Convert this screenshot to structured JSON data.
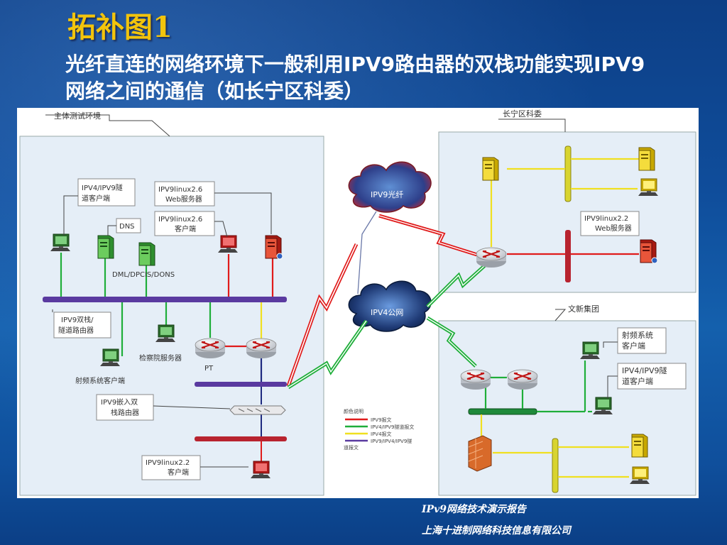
{
  "slide": {
    "title": "拓补图1",
    "subtitle": "光纤直连的网络环境下一般利用IPV9路由器的双栈功能实现IPV9网络之间的通信（如长宁区科委）"
  },
  "diagram": {
    "zones": {
      "main": "主体测试环境",
      "changning": "长宁区科委",
      "wenxin": "文新集团"
    },
    "clouds": {
      "fiber": "IPV9光纤",
      "public": "IPV4公网"
    },
    "labels": {
      "ipv4_ipv9_tunnel_client_line1": "IPV4/IPV9隧",
      "ipv4_ipv9_tunnel_client_line2": "道客户端",
      "ipv9linux26_web_line1": "IPV9linux2.6",
      "ipv9linux26_web_line2": "Web服务器",
      "ipv9linux26_client_line1": "IPV9linux2.6",
      "ipv9linux26_client_line2": "客户端",
      "dns": "DNS",
      "dml": "DML/DPCIS/DONS",
      "dual_stack_router_line1": "IPV9双栈/",
      "dual_stack_router_line2": "隧道路由器",
      "procuratorate_server": "检察院服务器",
      "pt": "PT",
      "rf_client_main": "射频系统客户端",
      "embedded_router_line1": "IPV9嵌入双",
      "embedded_router_line2": "栈路由器",
      "ipv9linux22_client_line1": "IPV9linux2.2",
      "ipv9linux22_client_line2": "客户端",
      "ipv9linux22_web_line1": "IPV9linux2.2",
      "ipv9linux22_web_line2": "Web服务器",
      "rf_client_wx_line1": "射频系统",
      "rf_client_wx_line2": "客户端",
      "tunnel_client_wx_line1": "IPV4/IPV9隧",
      "tunnel_client_wx_line2": "道客户端"
    },
    "legend": {
      "title": "颜色说明",
      "items": [
        {
          "label": "IPV9报文",
          "color": "#e01b1b"
        },
        {
          "label": "IPV4/IPV9隧道报文",
          "color": "#1fae3a"
        },
        {
          "label": "IPV4报文",
          "color": "#f0e020"
        },
        {
          "label": "IPV9/IPV4/IPV9隧",
          "color": "#5a3aa0"
        }
      ],
      "tail": "道报文"
    }
  },
  "footer": {
    "report": "IPv9网络技术演示报告",
    "company": "上海十进制网络科技信息有限公司"
  }
}
